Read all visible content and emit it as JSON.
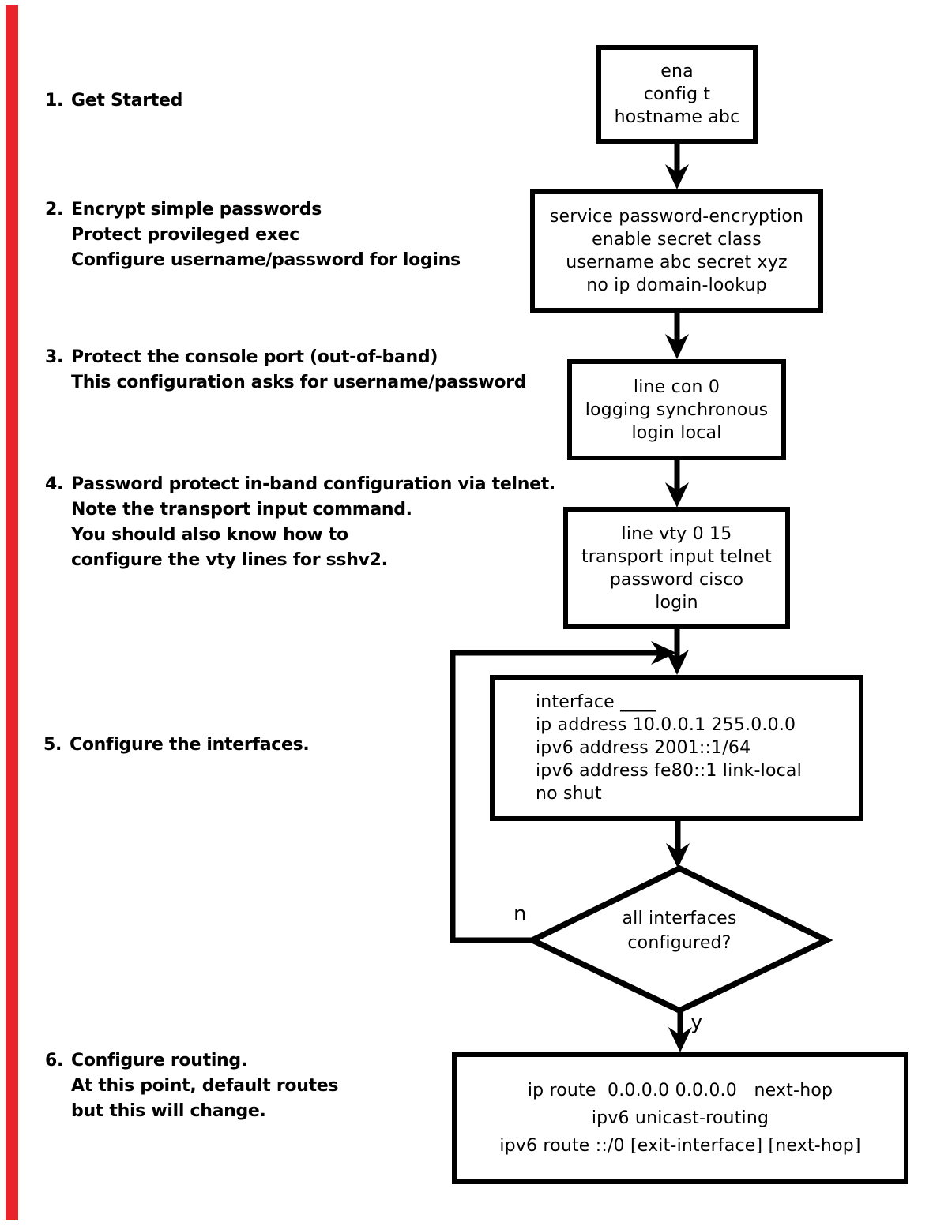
{
  "page": {
    "background": "#ffffff",
    "accent_bar_color": "#e8232a"
  },
  "notes": [
    {
      "num": "1.",
      "text": "Get Started"
    },
    {
      "num": "2.",
      "text": "Encrypt simple passwords\nProtect provileged exec\nConfigure username/password for logins"
    },
    {
      "num": "3.",
      "text": "Protect the console port (out-of-band)\nThis configuration asks for username/password"
    },
    {
      "num": "4.",
      "text": "Password protect in-band configuration via telnet.\nNote the transport input command.\nYou should also know how to\nconfigure the vty lines for sshv2."
    },
    {
      "num": "5.",
      "text": "Configure the interfaces."
    },
    {
      "num": "6.",
      "text": "Configure routing.\nAt this point, default routes\nbut this will change."
    }
  ],
  "flow": {
    "boxes": [
      {
        "id": "start",
        "text": "ena\nconfig t\nhostname abc"
      },
      {
        "id": "passwords",
        "text": "service password-encryption\nenable secret class\nusername abc secret xyz\nno ip domain-lookup"
      },
      {
        "id": "console",
        "text": "line con 0\nlogging synchronous\nlogin local"
      },
      {
        "id": "vty",
        "text": "line vty 0 15\ntransport input telnet\npassword cisco\nlogin"
      },
      {
        "id": "interface",
        "text": "interface ____\nip address 10.0.0.1 255.0.0.0\nipv6 address 2001::1/64\nipv6 address fe80::1 link-local\nno shut"
      },
      {
        "id": "routing",
        "text": "ip route  0.0.0.0 0.0.0.0   next-hop\nipv6 unicast-routing\nipv6 route ::/0 [exit-interface] [next-hop]"
      }
    ],
    "decision": {
      "text": "all interfaces\nconfigured?",
      "no_label": "n",
      "yes_label": "y"
    }
  }
}
